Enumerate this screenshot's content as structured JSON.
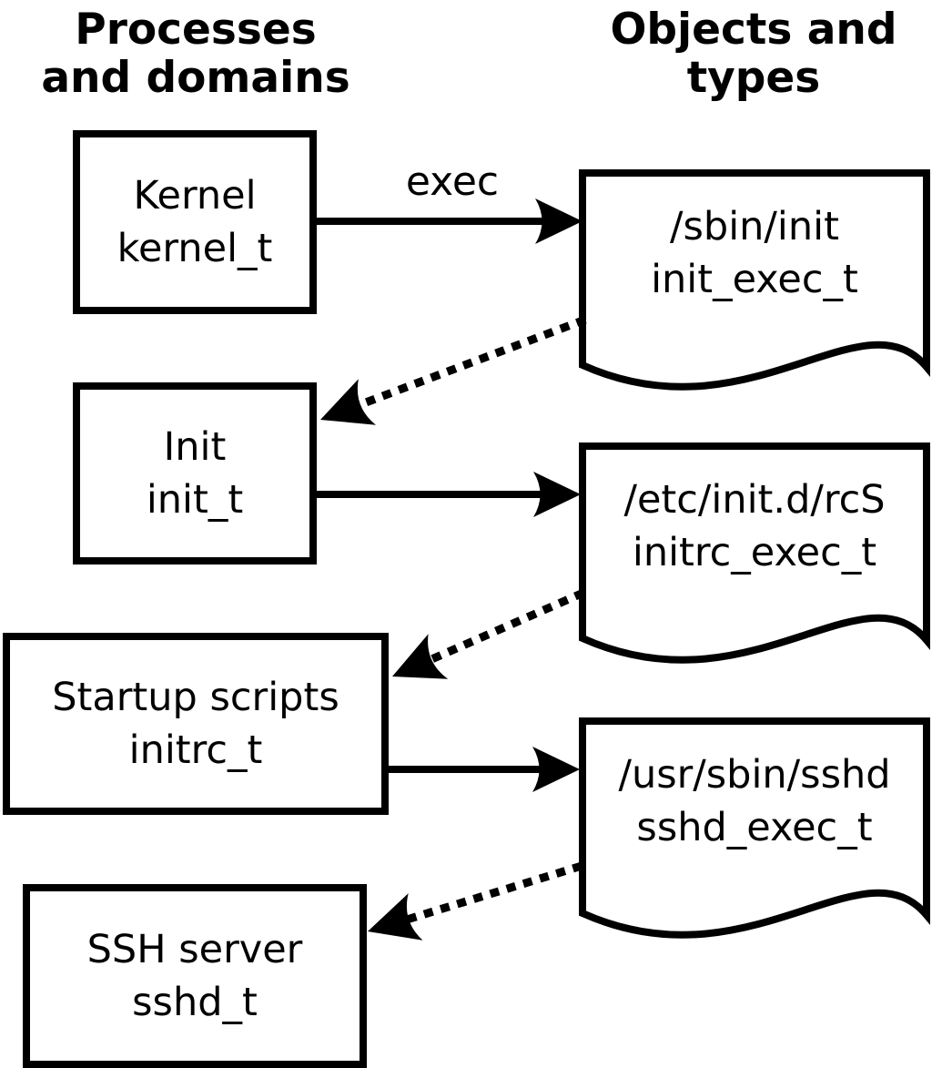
{
  "title_columns": {
    "left": "Processes\nand domains",
    "right": "Objects and\ntypes"
  },
  "processes": [
    {
      "id": "kernel",
      "name": "Kernel",
      "domain": "kernel_t"
    },
    {
      "id": "init",
      "name": "Init",
      "domain": "init_t"
    },
    {
      "id": "startup",
      "name": "Startup scripts",
      "domain": "initrc_t"
    },
    {
      "id": "ssh",
      "name": "SSH server",
      "domain": "sshd_t"
    }
  ],
  "objects": [
    {
      "id": "init_exec",
      "path": "/sbin/init",
      "type": "init_exec_t"
    },
    {
      "id": "initrc_exec",
      "path": "/etc/init.d/rcS",
      "type": "initrc_exec_t"
    },
    {
      "id": "sshd_exec",
      "path": "/usr/sbin/sshd",
      "type": "sshd_exec_t"
    }
  ],
  "edge_labels": {
    "exec": "exec"
  },
  "edges": [
    {
      "from": "kernel_t",
      "to": "init_exec_t",
      "style": "solid",
      "label": "exec"
    },
    {
      "from": "init_exec_t",
      "to": "init_t",
      "style": "dotted",
      "label": ""
    },
    {
      "from": "init_t",
      "to": "initrc_exec_t",
      "style": "solid",
      "label": ""
    },
    {
      "from": "initrc_exec_t",
      "to": "initrc_t",
      "style": "dotted",
      "label": ""
    },
    {
      "from": "initrc_t",
      "to": "sshd_exec_t",
      "style": "solid",
      "label": ""
    },
    {
      "from": "sshd_exec_t",
      "to": "sshd_t",
      "style": "dotted",
      "label": ""
    }
  ],
  "colors": {
    "stroke": "#000000",
    "background": "#ffffff"
  }
}
